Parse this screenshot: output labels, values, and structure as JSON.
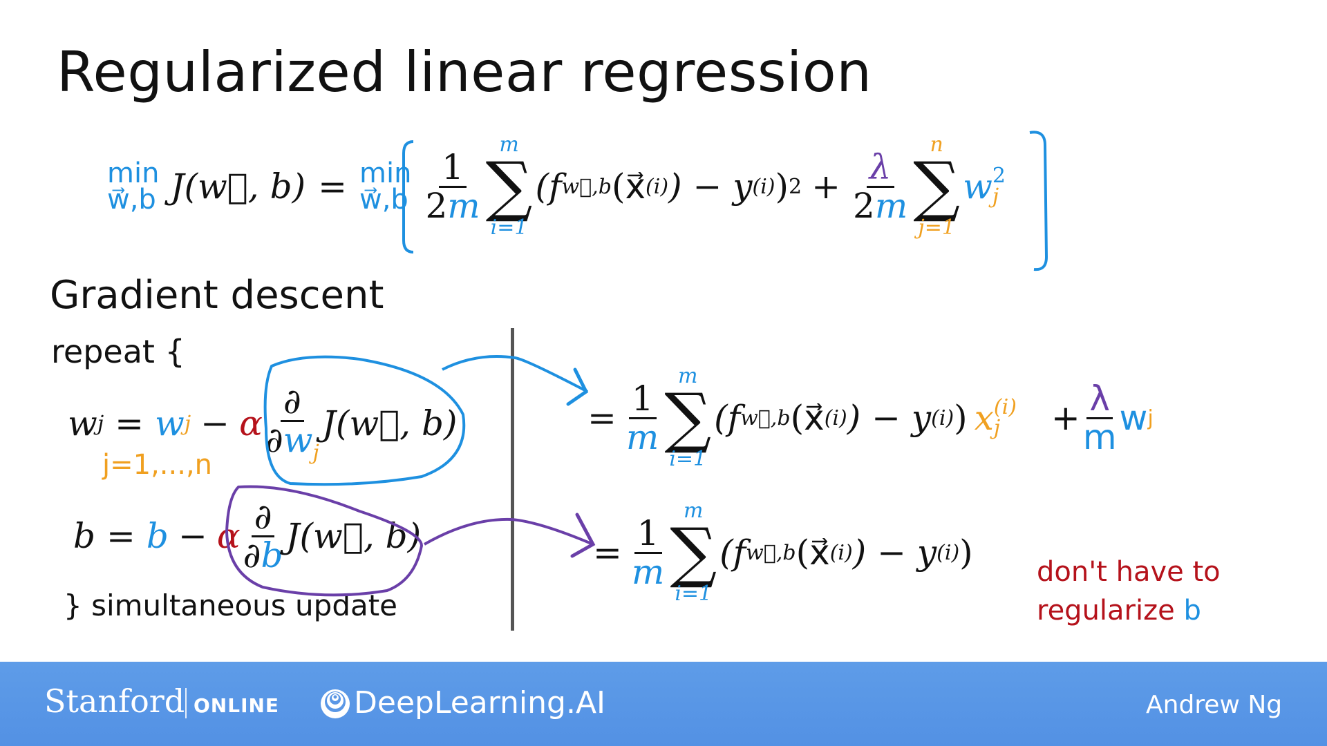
{
  "slide": {
    "title": "Regularized linear regression",
    "cost_function": {
      "min_label": "min",
      "min_sub": "w⃗,b",
      "lhs": "J(w⃗, b)",
      "equals": "=",
      "frac1_num": "1",
      "frac1_den_num": "2",
      "frac1_den_var": "m",
      "sum1_upper": "m",
      "sum1_lower": "i=1",
      "sum_symbol": "∑",
      "term": "(f",
      "term_sub": "w⃗,b",
      "term_arg": "(x⃗",
      "sup_i": "(i)",
      "minus_y": ") − y",
      "close_sq": ")",
      "sq": "2",
      "plus": "+",
      "lambda": "λ",
      "frac2_den_num": "2",
      "frac2_den_var": "m",
      "sum2_upper": "n",
      "sum2_lower": "j=1",
      "wj": "w",
      "wj_sub": "j",
      "wj_sup": "2"
    },
    "gradient_descent": {
      "heading": "Gradient descent",
      "repeat": "repeat {",
      "w_update": {
        "lhs_w": "w",
        "lhs_sub": "j",
        "eq": "=",
        "rhs_w": "w",
        "rhs_sub": "j",
        "minus": "−",
        "alpha": "α",
        "partial": "∂",
        "den_w": "w",
        "den_sub": "j",
        "J": "J(w⃗, b)"
      },
      "j_range": "j=1,...,n",
      "b_update": {
        "lhs": "b",
        "eq": "=",
        "rhs_b": "b",
        "minus": "−",
        "alpha": "α",
        "partial": "∂",
        "den_b": "b",
        "J": "J(w⃗, b)"
      },
      "close": "} simultaneous update"
    },
    "derivative_w": {
      "equals": "=",
      "num": "1",
      "den": "m",
      "sum_upper": "m",
      "sum_lower": "i=1",
      "term": "(f",
      "term_sub": "w⃗,b",
      "term_arg": "(x⃗",
      "sup_i": "(i)",
      "minus_y": ") − y",
      "close": ")",
      "x": "x",
      "x_sub": "j",
      "x_sup": "(i)",
      "plus": "+",
      "lambda": "λ",
      "lambda_den": "m",
      "w": "w",
      "w_sub": "j"
    },
    "derivative_b": {
      "equals": "=",
      "num": "1",
      "den": "m",
      "sum_upper": "m",
      "sum_lower": "i=1",
      "term": "(f",
      "term_sub": "w⃗,b",
      "term_arg": "(x⃗",
      "sup_i": "(i)",
      "minus_y": ") − y",
      "close": ")"
    },
    "annotation": {
      "line1": "don't have to",
      "line2": "regularize",
      "var": "b"
    }
  },
  "footer": {
    "stanford": "Stanford",
    "online": "ONLINE",
    "deeplearning": "DeepLearning.AI",
    "author": "Andrew Ng",
    "background": "#5A97E6"
  },
  "colors": {
    "blue": "#1E90E0",
    "orange": "#F0A020",
    "purple": "#6A3FA8",
    "red": "#B5121B"
  }
}
